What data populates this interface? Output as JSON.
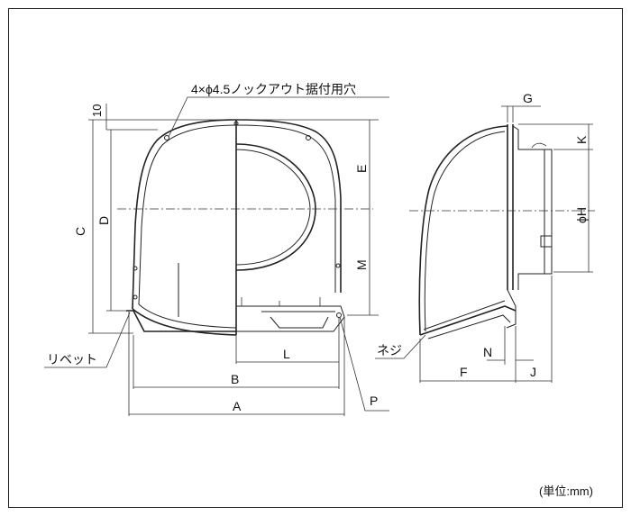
{
  "annotations": {
    "knockout_note": "4×ϕ4.5ノックアウト据付用穴",
    "rivet": "リベット",
    "screw": "ネジ",
    "unit": "(単位:mm)"
  },
  "dimensions": {
    "ten": "10",
    "C": "C",
    "D": "D",
    "E": "E",
    "M": "M",
    "L": "L",
    "B": "B",
    "A": "A",
    "P": "P",
    "G": "G",
    "K": "K",
    "phiH": "ϕH",
    "N": "N",
    "F": "F",
    "J": "J"
  }
}
